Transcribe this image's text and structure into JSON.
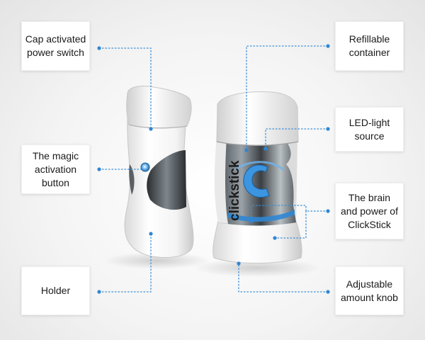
{
  "labels": {
    "cap_switch": [
      "Cap activated",
      "power switch"
    ],
    "magic_button": [
      "The magic",
      "activation",
      "button"
    ],
    "holder": [
      "Holder"
    ],
    "refillable": [
      "Refillable",
      "container"
    ],
    "led": [
      "LED-light",
      "source"
    ],
    "brain": [
      "The brain",
      "and power of",
      "ClickStick"
    ],
    "knob": [
      "Adjustable",
      "amount knob"
    ]
  },
  "product": {
    "brand_text": "clickstick"
  },
  "colors": {
    "leader_line": "#3b8fd6",
    "accent_blue": "#2f86d4",
    "device_body": "#f7f7f7",
    "window_dark": "#2a2d30"
  }
}
